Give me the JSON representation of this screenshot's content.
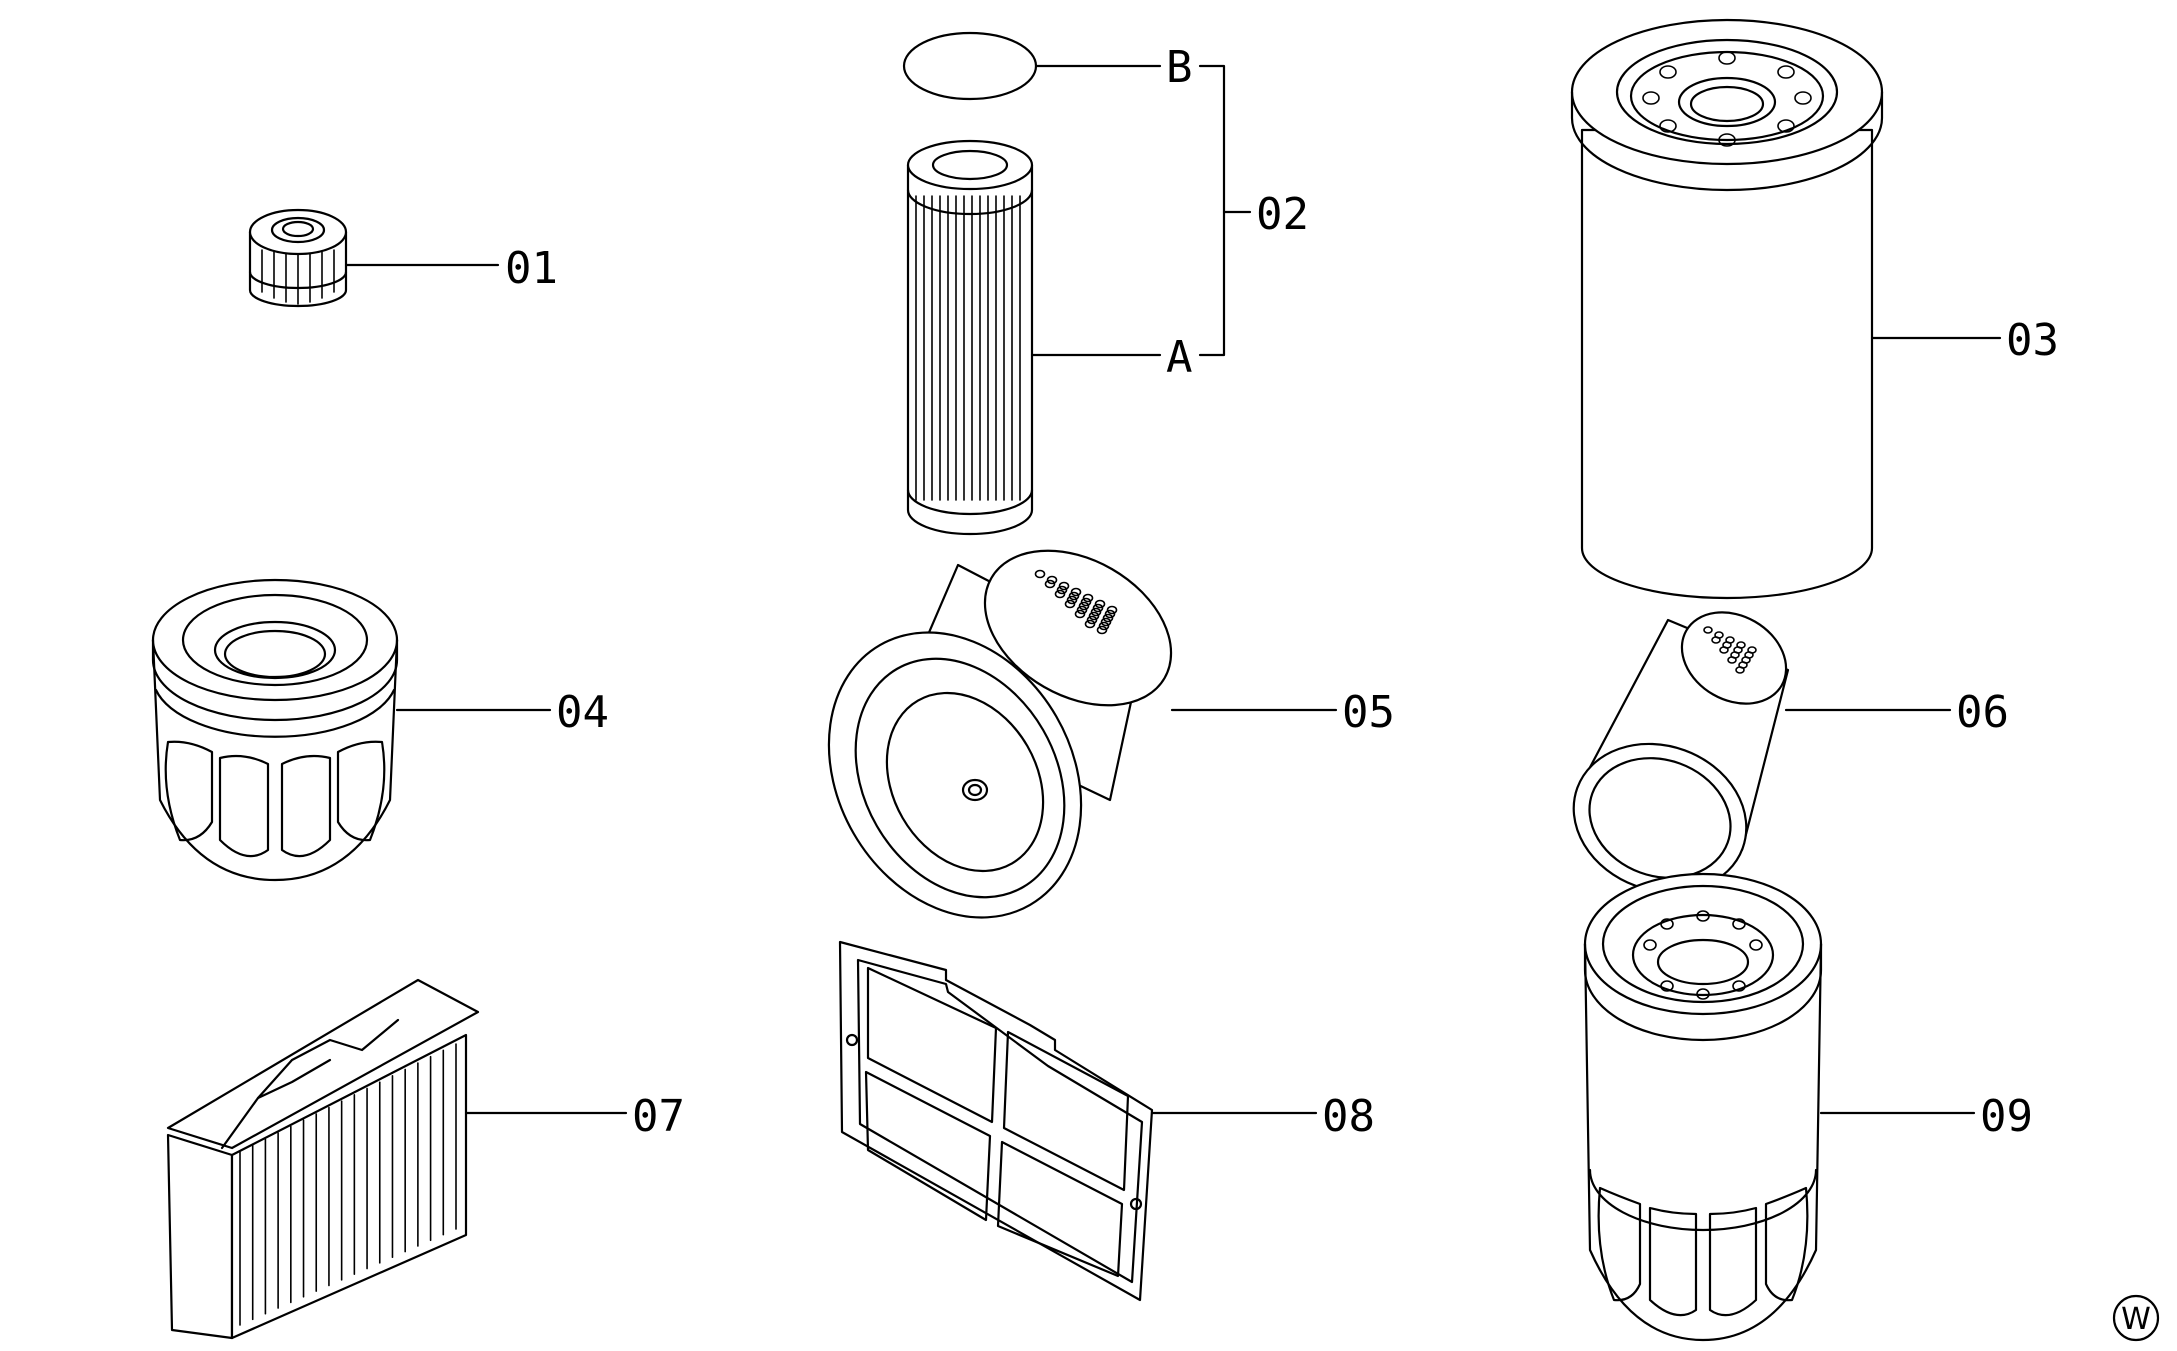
{
  "labels": {
    "p01": "01",
    "p02": "02",
    "p02a": "A",
    "p02b": "B",
    "p03": "03",
    "p04": "04",
    "p05": "05",
    "p06": "06",
    "p07": "07",
    "p08": "08",
    "p09": "09"
  },
  "corner_mark": "W"
}
